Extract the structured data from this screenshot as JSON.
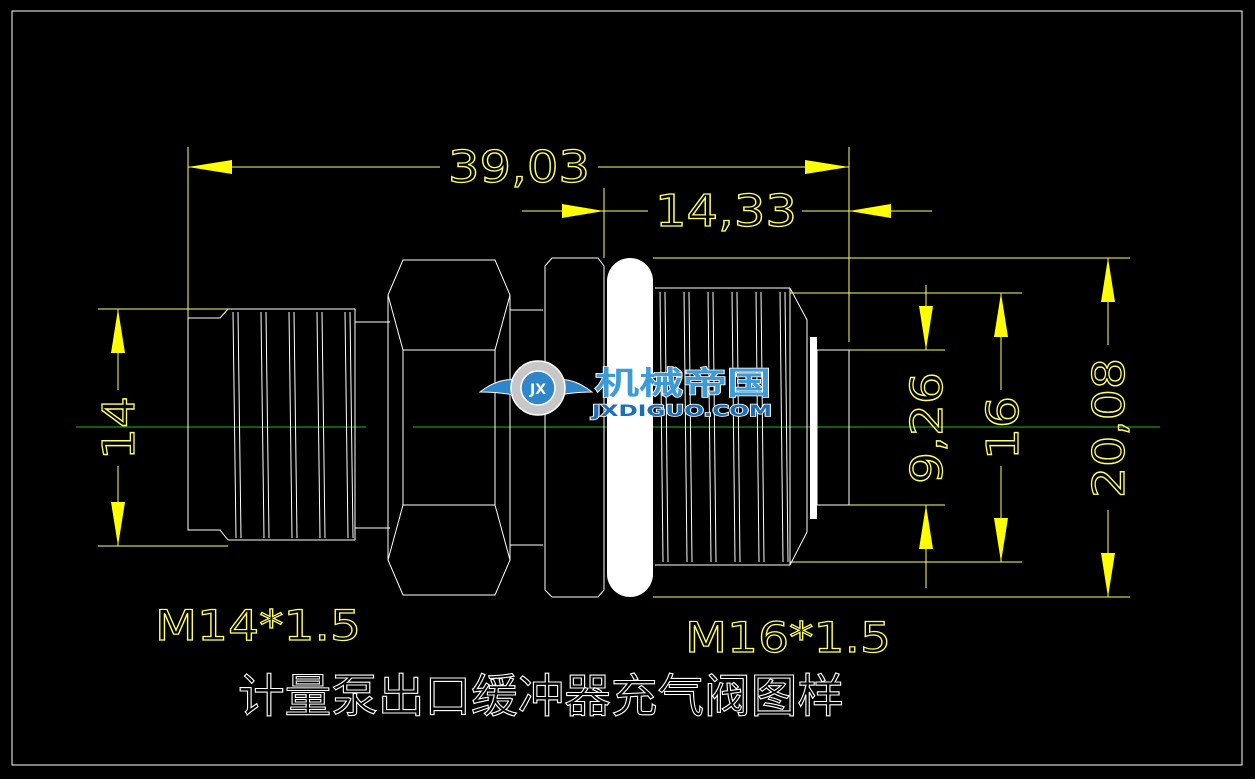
{
  "drawing": {
    "title": "计量泵出口缓冲器充气阀图样",
    "threads": {
      "left": "M14*1.5",
      "right": "M16*1.5"
    },
    "dimensions": {
      "overall_length": "39,03",
      "right_length": "14,33",
      "left_height": "14",
      "tip_diameter": "9,26",
      "thread_diameter": "16",
      "oring_diameter": "20,08"
    },
    "watermark": {
      "brand": "机械帝国",
      "url": "JXDIGUO.COM",
      "badge": "JX"
    }
  },
  "colors": {
    "background": "#000000",
    "outline": "#ffffff",
    "dimension": "#ffff66",
    "arrowhead": "#ffff00",
    "centerline": "#22bb22",
    "logo": "#3d9bd8"
  }
}
